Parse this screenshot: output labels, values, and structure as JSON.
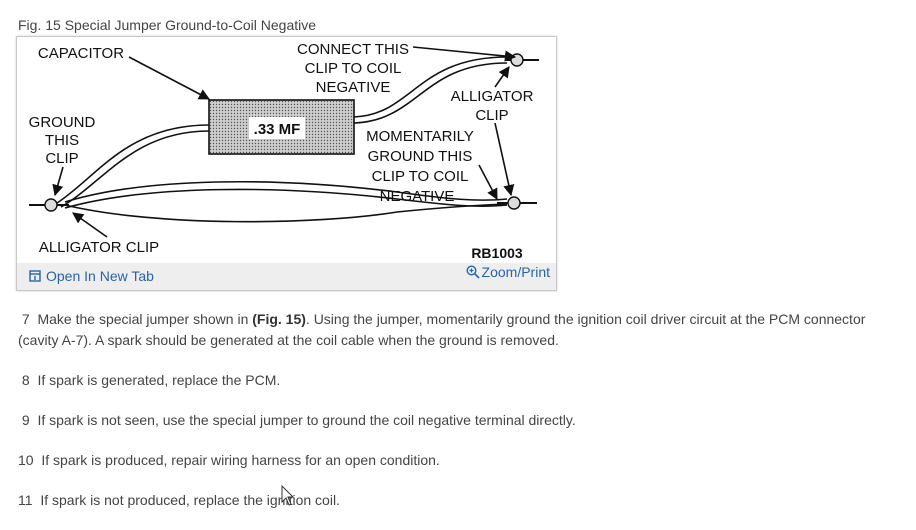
{
  "figure": {
    "caption": "Fig. 15 Special Jumper Ground-to-Coil Negative",
    "labels": {
      "capacitor": "CAPACITOR",
      "connect_1": "CONNECT THIS",
      "connect_2": "CLIP TO COIL",
      "connect_3": "NEGATIVE",
      "alligator_top_1": "ALLIGATOR",
      "alligator_top_2": "CLIP",
      "ground_1": "GROUND",
      "ground_2": "THIS",
      "ground_3": "CLIP",
      "capacitor_value": ".33 MF",
      "momentary_1": "MOMENTARILY",
      "momentary_2": "GROUND THIS",
      "momentary_3": "CLIP TO COIL",
      "momentary_4": "NEGATIVE",
      "alligator_bottom": "ALLIGATOR CLIP",
      "figure_code": "RB1003"
    },
    "open_in_new_tab": "Open In New Tab",
    "zoom_print": "Zoom/Print"
  },
  "steps": [
    {
      "num": "7",
      "before": "Make the special jumper shown in ",
      "ref": "(Fig. 15)",
      "after": ". Using the jumper, momentarily ground the ignition coil driver circuit at the PCM connector (cavity A-7). A spark should be generated at the coil cable when the ground is removed."
    },
    {
      "num": "8",
      "text": "If spark is generated, replace the PCM."
    },
    {
      "num": "9",
      "text": "If spark is not seen, use the special jumper to ground the coil negative terminal directly."
    },
    {
      "num": "10",
      "text": "If spark is produced, repair wiring harness for an open condition."
    },
    {
      "num": "11",
      "text": "If spark is not produced, replace the ignition coil."
    }
  ],
  "colors": {
    "link": "#2a63a8",
    "text": "#444444",
    "bar": "#eeeeee"
  }
}
